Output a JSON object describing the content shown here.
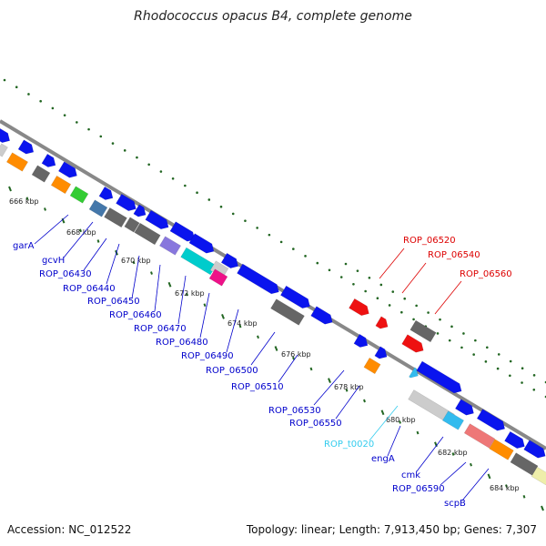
{
  "title": "Rhodococcus opacus B4, complete genome",
  "accession": "Accession: NC_012522",
  "topology": "Topology: linear; Length: 7,913,450 bp; Genes: 7,307",
  "kbp_ticks": [
    "666 kbp",
    "668 kbp",
    "670 kbp",
    "672 kbp",
    "674 kbp",
    "676 kbp",
    "678 kbp",
    "680 kbp",
    "682 kbp",
    "684 kbp"
  ],
  "gene_labels": [
    {
      "text": "garA",
      "color": "#0000cc"
    },
    {
      "text": "gcvH",
      "color": "#0000cc"
    },
    {
      "text": "ROP_06430",
      "color": "#0000cc"
    },
    {
      "text": "ROP_06440",
      "color": "#0000cc"
    },
    {
      "text": "ROP_06450",
      "color": "#0000cc"
    },
    {
      "text": "ROP_06460",
      "color": "#0000cc"
    },
    {
      "text": "ROP_06470",
      "color": "#0000cc"
    },
    {
      "text": "ROP_06480",
      "color": "#0000cc"
    },
    {
      "text": "ROP_06490",
      "color": "#0000cc"
    },
    {
      "text": "ROP_06500",
      "color": "#0000cc"
    },
    {
      "text": "ROP_06510",
      "color": "#0000cc"
    },
    {
      "text": "ROP_06530",
      "color": "#0000cc"
    },
    {
      "text": "ROP_06550",
      "color": "#0000cc"
    },
    {
      "text": "ROP_t0020",
      "color": "#33ccee"
    },
    {
      "text": "engA",
      "color": "#0000cc"
    },
    {
      "text": "cmk",
      "color": "#0000cc"
    },
    {
      "text": "ROP_06590",
      "color": "#0000cc"
    },
    {
      "text": "scpB",
      "color": "#0000cc"
    },
    {
      "text": "ROP_06520",
      "color": "#dd0000"
    },
    {
      "text": "ROP_06540",
      "color": "#dd0000"
    },
    {
      "text": "ROP_06560",
      "color": "#dd0000"
    }
  ],
  "feature_colors": {
    "cds_forward": "#0a14ee",
    "cds_reverse": "#ee1111",
    "gray": "#666666",
    "light_gray": "#cccccc",
    "orange": "#ff8c00",
    "green": "#33cc33",
    "steel": "#4477aa",
    "purple": "#8877dd",
    "cyan": "#00cccc",
    "sky": "#33bbee",
    "magenta": "#ee1188",
    "salmon": "#ee7777",
    "cream": "#eeeeaa",
    "backbone": "#888888",
    "tick": "#226622"
  }
}
